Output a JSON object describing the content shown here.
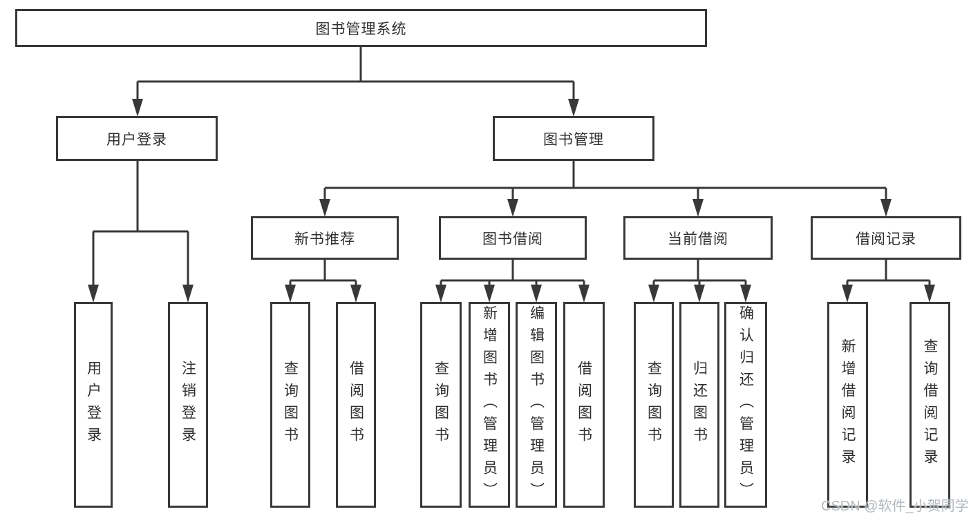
{
  "diagram": {
    "root": {
      "label": "图书管理系统"
    },
    "branches": [
      {
        "label": "用户登录",
        "children": [
          {
            "label": "用户登录"
          },
          {
            "label": "注销登录"
          }
        ]
      },
      {
        "label": "图书管理",
        "children": [
          {
            "label": "新书推荐",
            "children": [
              {
                "label": "查询图书"
              },
              {
                "label": "借阅图书"
              }
            ]
          },
          {
            "label": "图书借阅",
            "children": [
              {
                "label": "查询图书"
              },
              {
                "label": "新增图书（管理员）"
              },
              {
                "label": "编辑图书（管理员）"
              },
              {
                "label": "借阅图书"
              }
            ]
          },
          {
            "label": "当前借阅",
            "children": [
              {
                "label": "查询图书"
              },
              {
                "label": "归还图书"
              },
              {
                "label": "确认归还（管理员）"
              }
            ]
          },
          {
            "label": "借阅记录",
            "children": [
              {
                "label": "新增借阅记录"
              },
              {
                "label": "查询借阅记录"
              }
            ]
          }
        ]
      }
    ],
    "watermark": {
      "text": "CSDN @软件_小贺同学"
    },
    "colors": {
      "line": "#383838",
      "text": "#2f2f2f",
      "watermark": "#b2b8bd",
      "background": "#ffffff"
    }
  }
}
